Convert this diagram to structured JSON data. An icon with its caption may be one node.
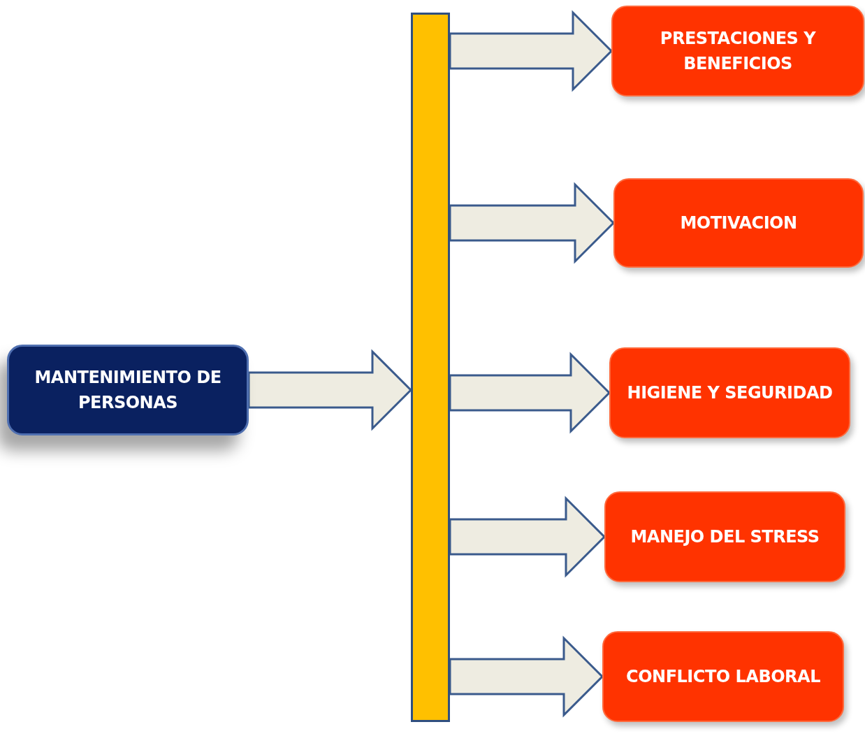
{
  "diagram": {
    "nodes": [
      {
        "text": [
          "MANTENIMIENTO DE PERSONAS"
        ]
      },
      {
        "text": [],
        "shape": "bar"
      },
      {
        "text": [
          "PRESTACIONES Y BENEFICIOS"
        ]
      },
      {
        "text": [
          "MOTIVACION"
        ]
      },
      {
        "text": [
          "HIGIENE Y SEGURIDAD"
        ]
      },
      {
        "text": [
          "MANEJO DEL STRESS"
        ]
      },
      {
        "text": [
          "CONFLICTO LABORAL"
        ]
      }
    ],
    "edges": [
      {
        "from": 0,
        "to": 1,
        "arrow": "to"
      },
      {
        "from": 1,
        "to": 2,
        "arrow": "to"
      },
      {
        "from": 1,
        "to": 3,
        "arrow": "to"
      },
      {
        "from": 1,
        "to": 4,
        "arrow": "to"
      },
      {
        "from": 1,
        "to": 5,
        "arrow": "to"
      },
      {
        "from": 1,
        "to": 6,
        "arrow": "to"
      }
    ]
  }
}
